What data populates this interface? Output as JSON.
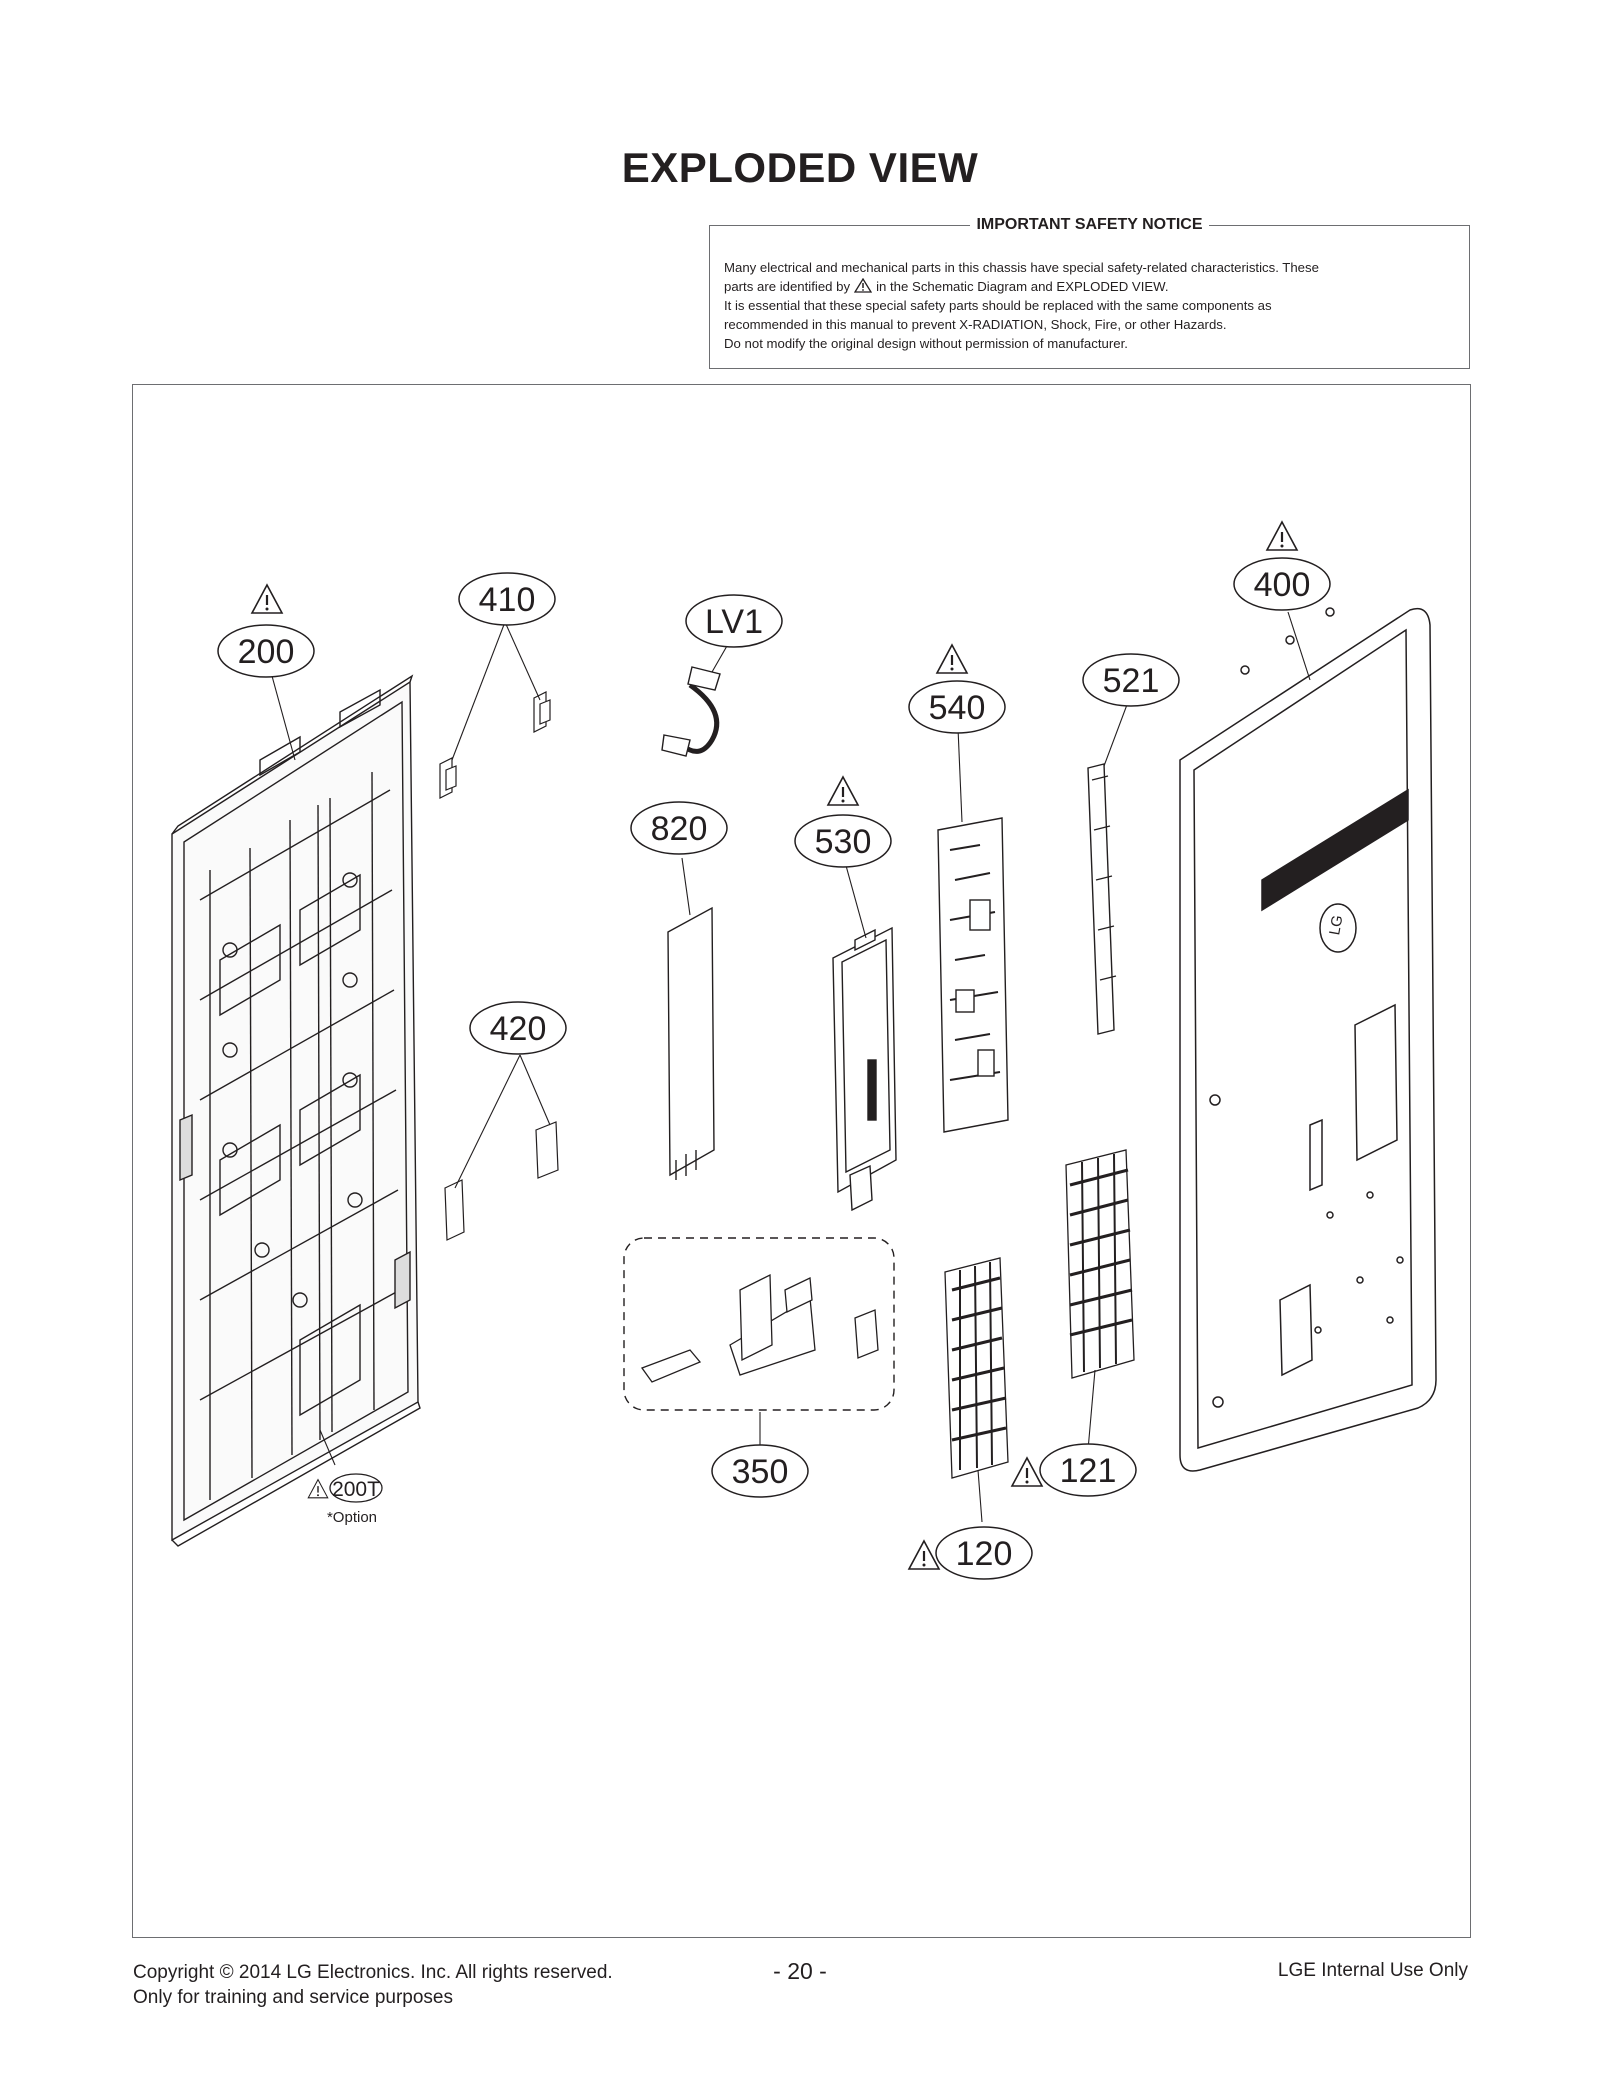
{
  "page_title": "EXPLODED VIEW",
  "notice": {
    "heading": "IMPORTANT SAFETY NOTICE",
    "line1": "Many electrical and mechanical parts in this chassis have special safety-related characteristics. These",
    "line2a": "parts are identified by",
    "line2b": "in the Schematic Diagram and EXPLODED VIEW.",
    "line3": "It is essential that these special safety parts should be replaced with the same components as",
    "line4": "recommended in this manual to prevent X-RADIATION, Shock, Fire, or other Hazards.",
    "line5": "Do not modify the original design without permission of manufacturer."
  },
  "callouts": {
    "c200": "200",
    "c410": "410",
    "lv1": "LV1",
    "c540": "540",
    "c521": "521",
    "c400": "400",
    "c820": "820",
    "c530": "530",
    "c420": "420",
    "c350": "350",
    "c121": "121",
    "c120": "120",
    "c200t": "200T",
    "option": "*Option"
  },
  "footer": {
    "copyright": "Copyright  © 2014 LG Electronics. Inc. All rights reserved.",
    "purpose": "Only for training and service purposes",
    "page_number": "- 20 -",
    "internal": "LGE Internal Use Only"
  }
}
